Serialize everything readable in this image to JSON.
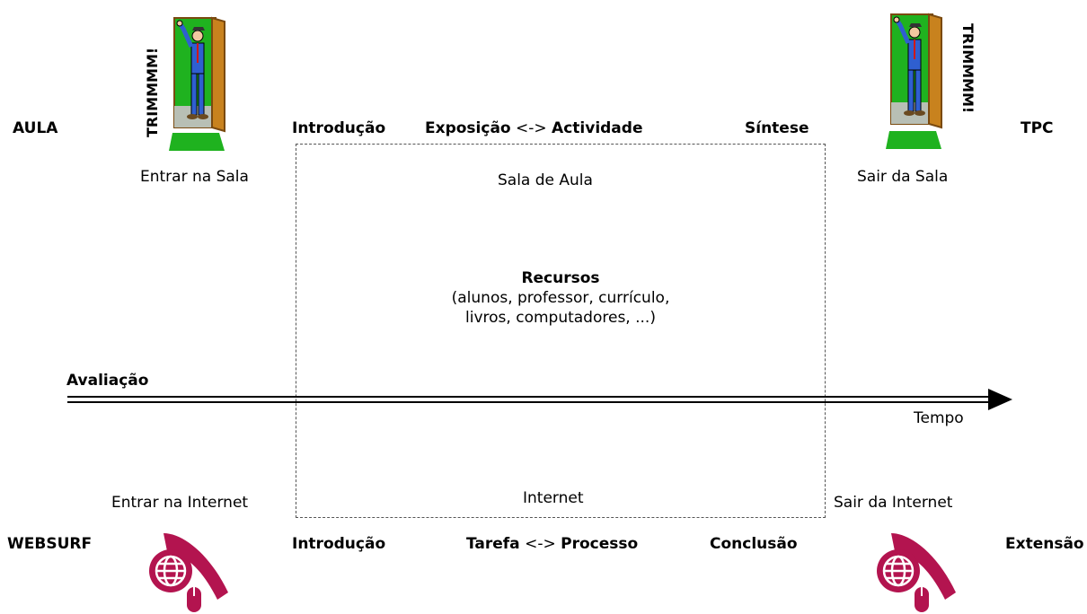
{
  "aula": {
    "label": "AULA",
    "enter": "Entrar na Sala",
    "exit": "Sair da Sala",
    "bell_left": "TRIMMMM!",
    "bell_right": "TRIMMMM!",
    "phases": {
      "intro": "Introdução",
      "exposicao": "Exposição",
      "arrow": "<->",
      "actividade": "Actividade",
      "sintese": "Síntese"
    },
    "end": "TPC",
    "room": "Sala de Aula"
  },
  "resources": {
    "title": "Recursos",
    "line1": "(alunos, professor, currículo,",
    "line2": "livros, computadores, ...)"
  },
  "timeline": {
    "label": "Avaliação",
    "axis": "Tempo"
  },
  "websurf": {
    "label": "WEBSURF",
    "enter": "Entrar na Internet",
    "exit": "Sair da Internet",
    "phases": {
      "intro": "Introdução",
      "tarefa": "Tarefa",
      "arrow": "<->",
      "processo": "Processo",
      "conclusao": "Conclusão"
    },
    "end": "Extensão",
    "room": "Internet"
  },
  "icons": {
    "door_left": "door-person-icon",
    "door_right": "door-person-icon",
    "internet_left": "internet-globe-mouse-icon",
    "internet_right": "internet-globe-mouse-icon"
  },
  "colors": {
    "door_green": "#1fb21f",
    "door_frame": "#c8821e",
    "internet_magenta": "#b3144f",
    "suit_blue": "#2f5fd0"
  }
}
